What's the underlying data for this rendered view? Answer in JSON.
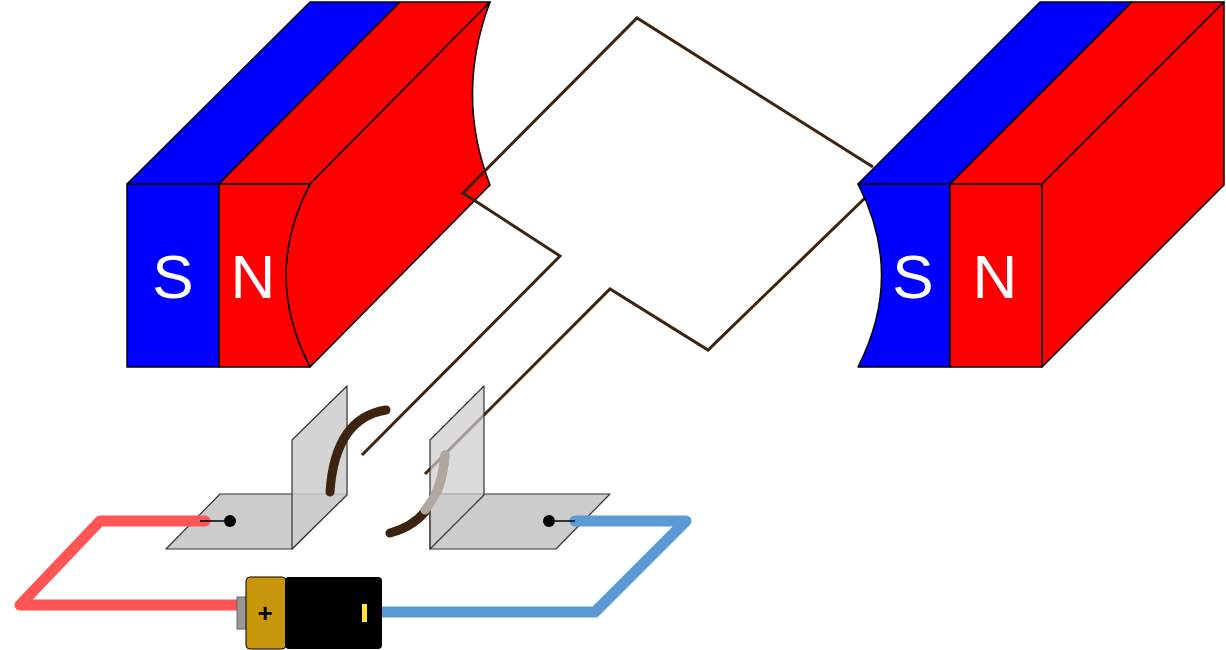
{
  "diagram": {
    "labels": [
      "S",
      "N",
      "S",
      "N",
      "+"
    ]
  }
}
